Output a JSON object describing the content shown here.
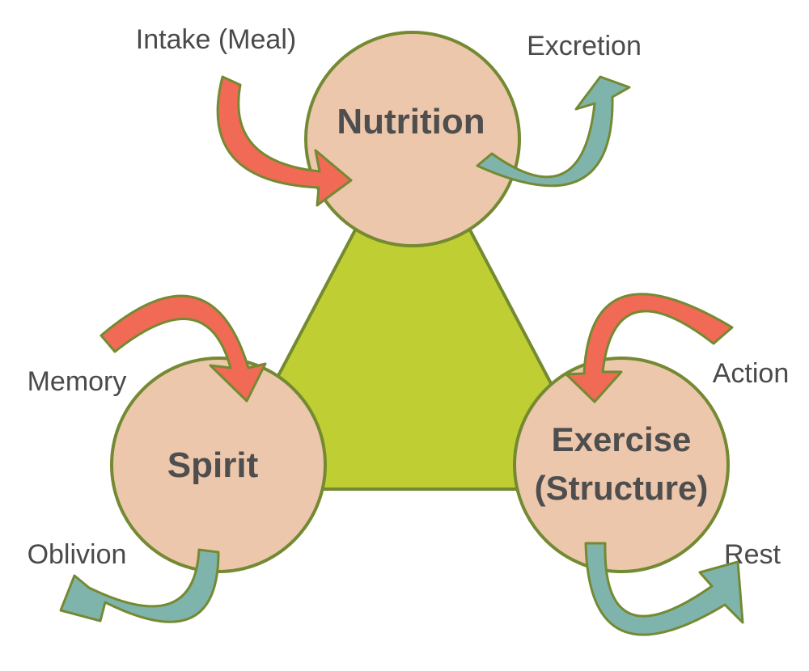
{
  "colors": {
    "triangle_fill": "#bfce32",
    "outline": "#748a32",
    "node_fill": "#ecc7ac",
    "intake_arrow": "#f06a55",
    "output_arrow": "#7fb4ad",
    "text": "#4a4a4a"
  },
  "nodes": {
    "nutrition": {
      "label": "Nutrition"
    },
    "spirit": {
      "label": "Spirit"
    },
    "exercise": {
      "line1": "Exercise",
      "line2": "(Structure)"
    }
  },
  "flows": {
    "intake": "Intake (Meal)",
    "excretion": "Excretion",
    "memory": "Memory",
    "oblivion": "Oblivion",
    "action": "Action",
    "rest": "Rest"
  }
}
